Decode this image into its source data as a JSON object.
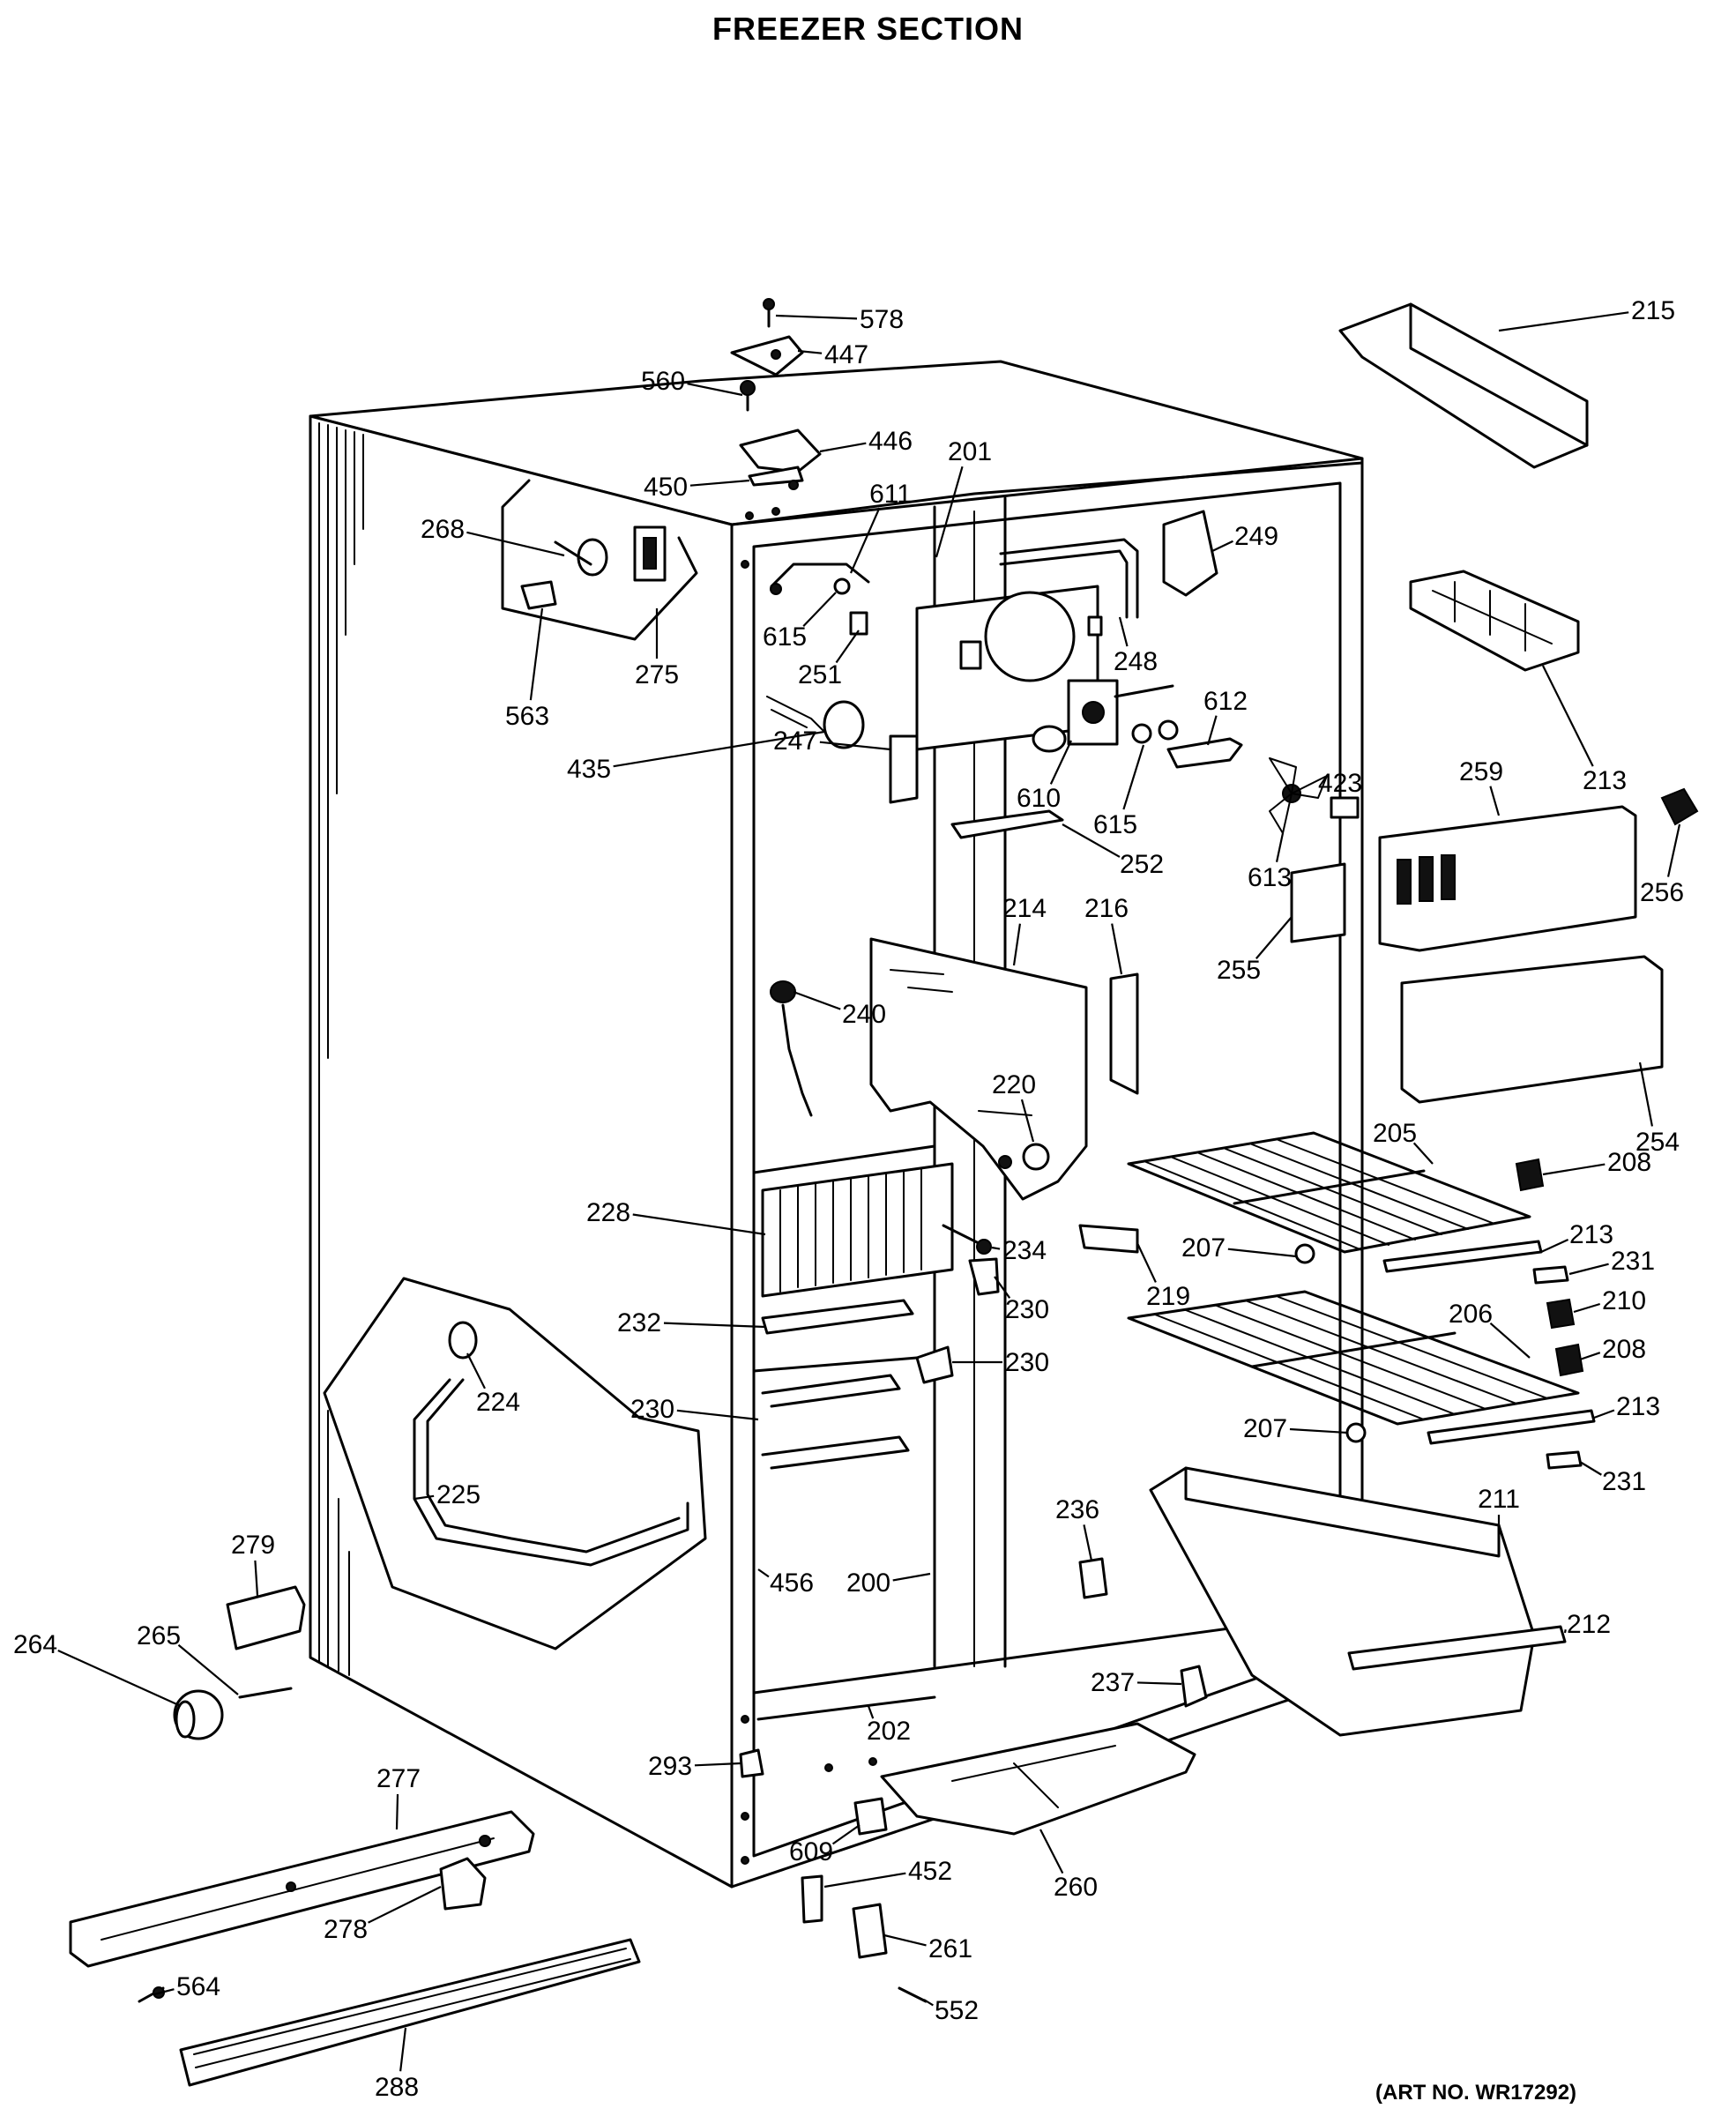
{
  "title": "FREEZER SECTION",
  "art_number": "(ART NO. WR17292)",
  "callouts": [
    {
      "label": "578"
    },
    {
      "label": "447"
    },
    {
      "label": "560"
    },
    {
      "label": "446"
    },
    {
      "label": "450"
    },
    {
      "label": "611"
    },
    {
      "label": "201"
    },
    {
      "label": "215"
    },
    {
      "label": "268"
    },
    {
      "label": "249"
    },
    {
      "label": "615"
    },
    {
      "label": "251"
    },
    {
      "label": "248"
    },
    {
      "label": "275"
    },
    {
      "label": "563"
    },
    {
      "label": "612"
    },
    {
      "label": "213"
    },
    {
      "label": "435"
    },
    {
      "label": "247"
    },
    {
      "label": "610"
    },
    {
      "label": "615"
    },
    {
      "label": "423"
    },
    {
      "label": "259"
    },
    {
      "label": "256"
    },
    {
      "label": "613"
    },
    {
      "label": "252"
    },
    {
      "label": "214"
    },
    {
      "label": "216"
    },
    {
      "label": "255"
    },
    {
      "label": "240"
    },
    {
      "label": "220"
    },
    {
      "label": "254"
    },
    {
      "label": "205"
    },
    {
      "label": "208"
    },
    {
      "label": "228"
    },
    {
      "label": "234"
    },
    {
      "label": "219"
    },
    {
      "label": "207"
    },
    {
      "label": "213"
    },
    {
      "label": "231"
    },
    {
      "label": "230"
    },
    {
      "label": "210"
    },
    {
      "label": "232"
    },
    {
      "label": "206"
    },
    {
      "label": "230"
    },
    {
      "label": "208"
    },
    {
      "label": "224"
    },
    {
      "label": "230"
    },
    {
      "label": "207"
    },
    {
      "label": "213"
    },
    {
      "label": "231"
    },
    {
      "label": "225"
    },
    {
      "label": "236"
    },
    {
      "label": "211"
    },
    {
      "label": "279"
    },
    {
      "label": "456"
    },
    {
      "label": "200"
    },
    {
      "label": "212"
    },
    {
      "label": "264"
    },
    {
      "label": "265"
    },
    {
      "label": "237"
    },
    {
      "label": "202"
    },
    {
      "label": "293"
    },
    {
      "label": "277"
    },
    {
      "label": "609"
    },
    {
      "label": "452"
    },
    {
      "label": "260"
    },
    {
      "label": "278"
    },
    {
      "label": "261"
    },
    {
      "label": "564"
    },
    {
      "label": "552"
    },
    {
      "label": "288"
    }
  ]
}
